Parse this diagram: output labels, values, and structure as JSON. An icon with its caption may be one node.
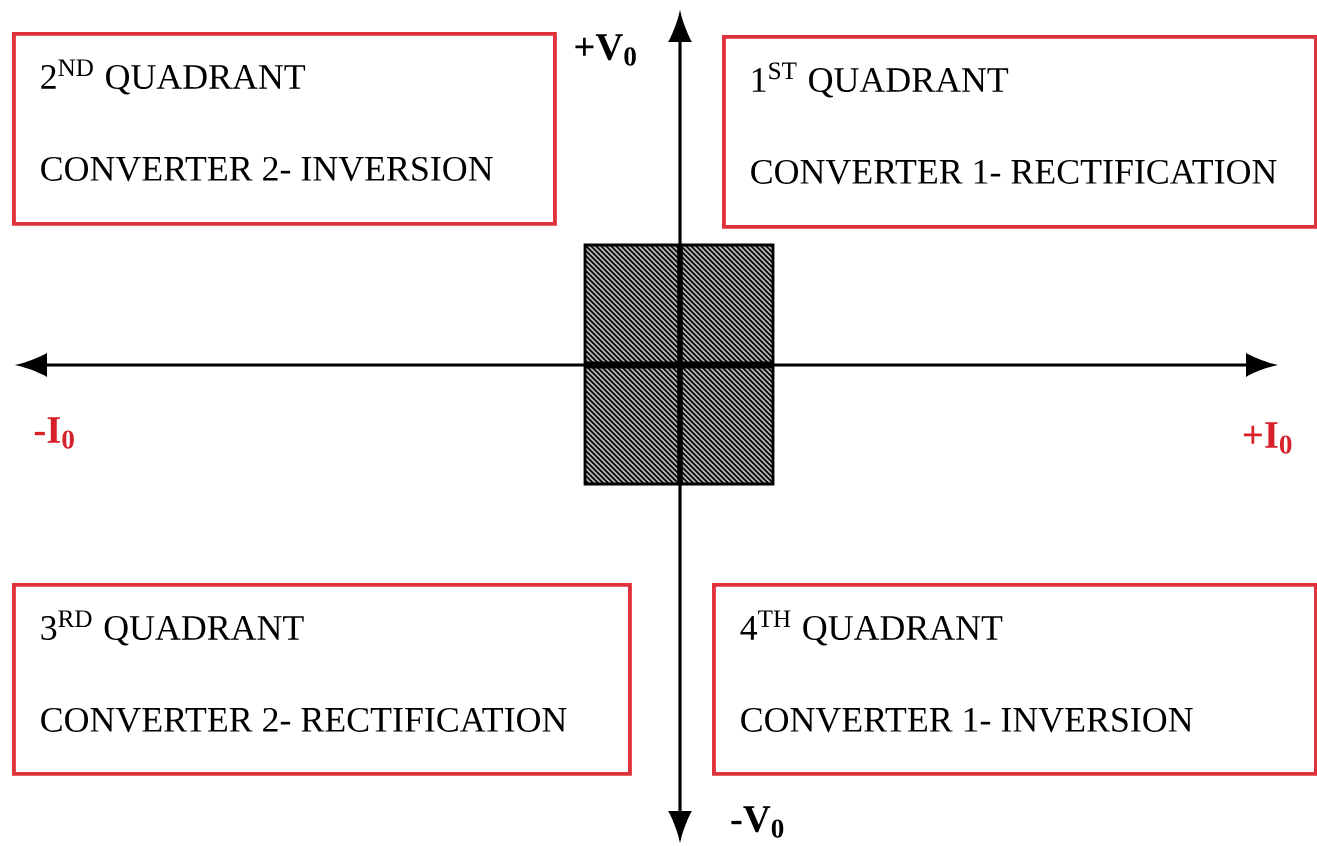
{
  "diagram": {
    "nodes": [
      {
        "text": [
          "2$^{ND}$ QUADRANT",
          "CONVERTER 2- INVERSION"
        ]
      },
      {
        "text": [
          "1$^{ST}$ QUADRANT",
          "CONVERTER 1- RECTIFICATION"
        ]
      },
      {
        "text": [
          "3$^{RD}$ QUADRANT",
          "CONVERTER 2- RECTIFICATION"
        ]
      },
      {
        "text": [
          "4$^{TH}$ QUADRANT",
          "CONVERTER 1- INVERSION"
        ]
      }
    ],
    "labels": [
      "+V$_{0}$",
      "-I$_{0}$",
      "+I$_{0}$",
      "-V$_{0}$"
    ]
  }
}
